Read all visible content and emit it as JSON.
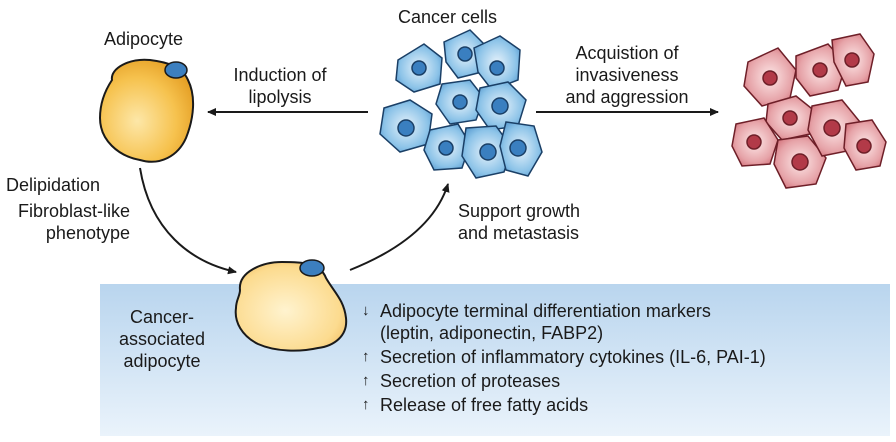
{
  "labels": {
    "cancer_cells": "Cancer cells",
    "adipocyte": "Adipocyte",
    "induction_line1": "Induction of",
    "induction_line2": "lipolysis",
    "acquisition_line1": "Acquistion of",
    "acquisition_line2": "invasiveness",
    "acquisition_line3": "and aggression",
    "delipidation": "Delipidation",
    "fibroblast_line1": "Fibroblast-like",
    "fibroblast_line2": "phenotype",
    "support_line1": "Support growth",
    "support_line2": "and metastasis",
    "caa_line1": "Cancer-",
    "caa_line2": "associated",
    "caa_line3": "adipocyte"
  },
  "effects": [
    {
      "direction": "down",
      "arrow": "↓",
      "text": "Adipocyte terminal differentiation markers",
      "subtext": "(leptin, adiponectin, FABP2)"
    },
    {
      "direction": "up",
      "arrow": "↑",
      "text": "Secretion of inflammatory cytokines (IL-6, PAI-1)",
      "subtext": ""
    },
    {
      "direction": "up",
      "arrow": "↑",
      "text": "Secretion of proteases",
      "subtext": ""
    },
    {
      "direction": "up",
      "arrow": "↑",
      "text": "Release of free fatty acids",
      "subtext": ""
    }
  ],
  "colors": {
    "adipocyte_fill": "#f6c24e",
    "caa_fill": "#fbd98a",
    "cancer_blue": "#4f9bd3",
    "aggressive_red": "#d9707a",
    "box_blue": "#cde0f2"
  }
}
